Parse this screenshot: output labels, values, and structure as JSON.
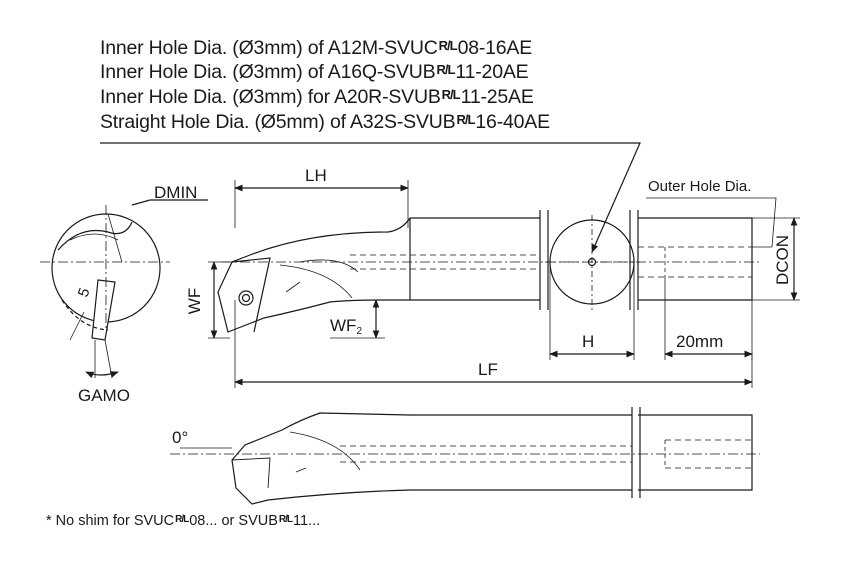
{
  "header": {
    "lines": [
      {
        "pre": "Inner Hole Dia. (Ø3mm) of A12M-SVUC",
        "rl": "R/L",
        "post": "08-16AE"
      },
      {
        "pre": "Inner Hole Dia. (Ø3mm) of A16Q-SVUB",
        "rl": "R/L",
        "post": "11-20AE"
      },
      {
        "pre": "Inner Hole Dia. (Ø3mm) for A20R-SVUB",
        "rl": "R/L",
        "post": "11-25AE"
      },
      {
        "pre": "Straight Hole Dia. (Ø5mm) of A32S-SVUB",
        "rl": "R/L",
        "post": "16-40AE"
      }
    ]
  },
  "labels": {
    "dmin": "DMIN",
    "gamo": "GAMO",
    "lh": "LH",
    "wf": "WF",
    "wf2_main": "WF",
    "wf2_sub": "2",
    "h": "H",
    "lf": "LF",
    "outer_hole": "Outer Hole Dia.",
    "dcon": "DCON",
    "twenty_mm": "20mm",
    "zero_deg": "0°",
    "five": "5"
  },
  "footnote": {
    "pre": "* No shim for SVUC",
    "rl1": "R/L",
    "mid": "08... or SVUB",
    "rl2": "R/L",
    "post": "11..."
  }
}
